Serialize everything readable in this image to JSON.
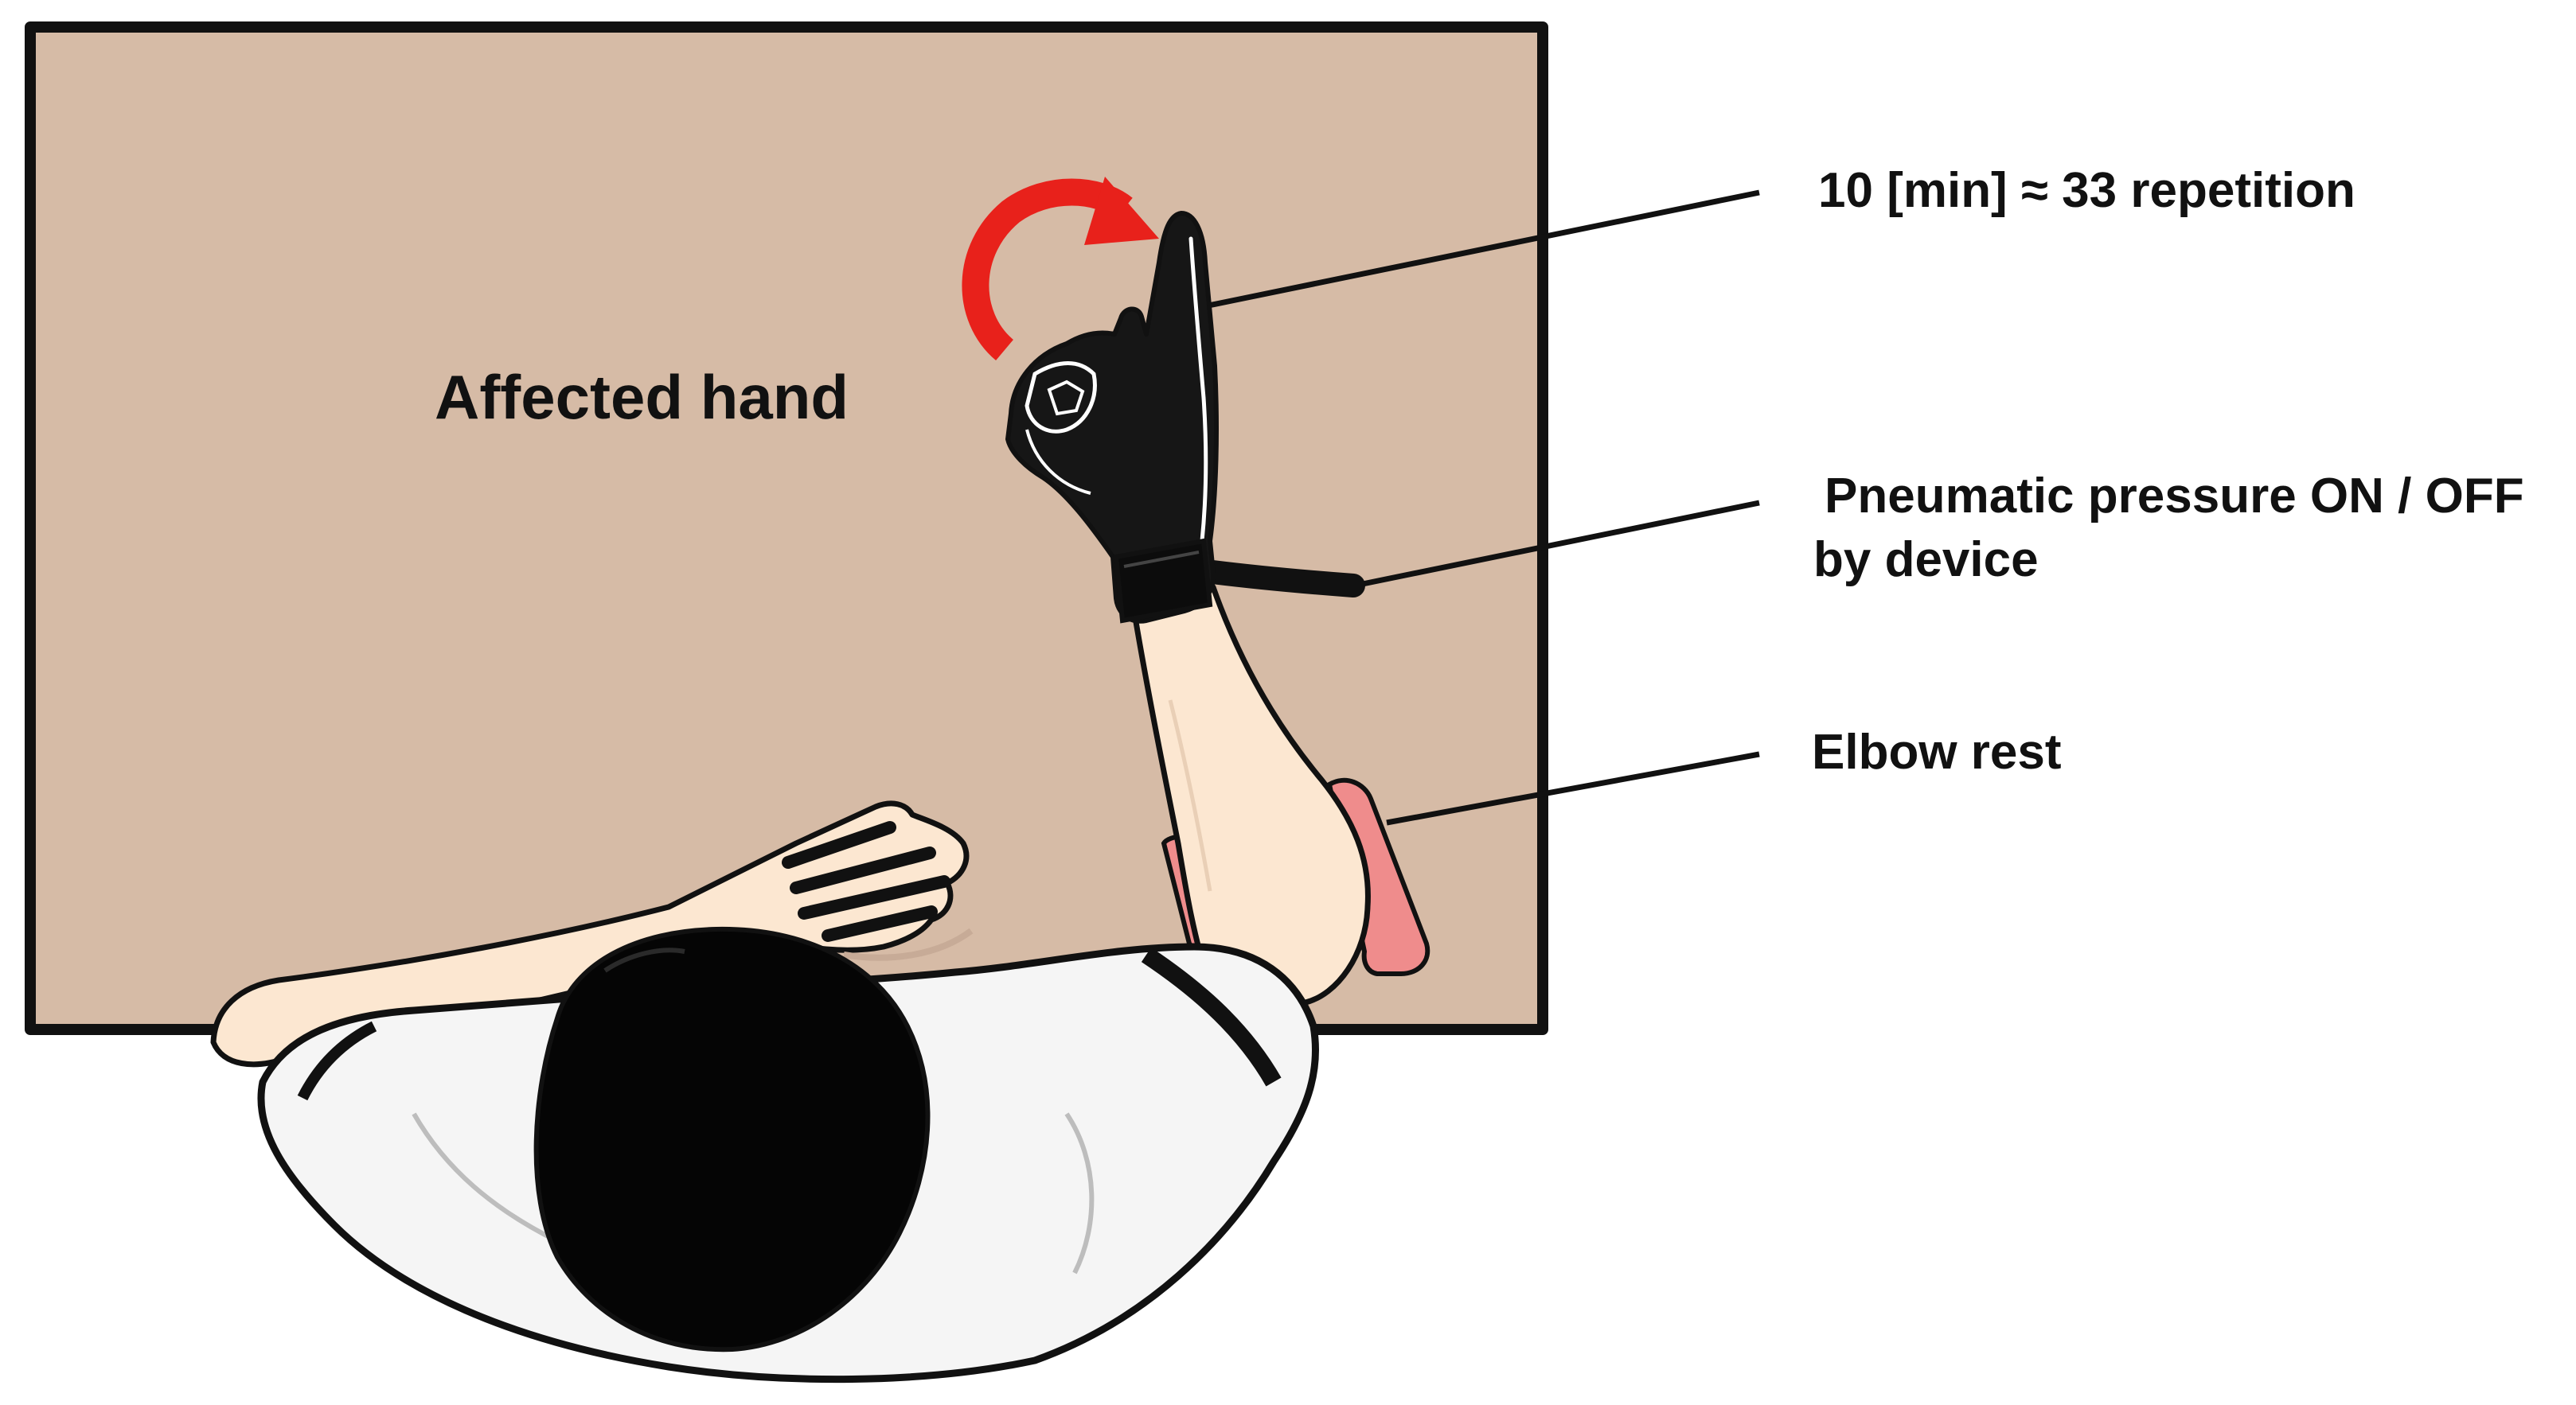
{
  "labels": {
    "affected_hand": "Affected hand",
    "repetition": "10 [min] ≈ 33 repetition",
    "pressure_line1": "Pneumatic pressure ON / OFF",
    "pressure_line2": "by device",
    "elbow_rest": "Elbow rest"
  },
  "colors": {
    "table": "#d6bba6",
    "outline": "#111111",
    "arrow": "#e8211b",
    "elbow_rest": "#ef8c8c",
    "skin": "#fce7d1",
    "glove": "#161616",
    "shirt": "#f5f5f5",
    "hair": "#050505"
  },
  "icons": {
    "motion_arrow": "curved-arrow-icon"
  }
}
